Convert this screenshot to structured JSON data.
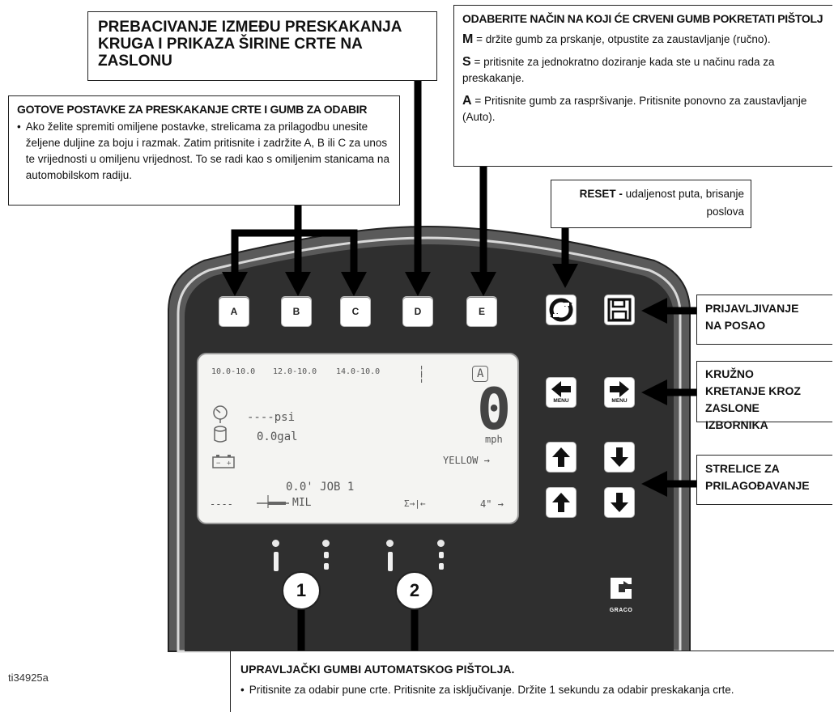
{
  "callouts": {
    "switch_title": "PREBACIVANJE IZMEĐU PRESKAKANJA KRUGA I PRIKAZA ŠIRINE CRTE NA ZASLONU",
    "presets_title": "GOTOVE POSTAVKE ZA PRESKAKANJE CRTE I GUMB ZA ODABIR",
    "presets_body": "Ako želite spremiti omiljene postavke, strelicama za prilagodbu unesite željene duljine za boju i razmak. Zatim pritisnite i zadržite A, B ili C za unos te vrijednosti u omiljenu vrijednost. To se radi kao s omiljenim stanicama na automobilskom radiju.",
    "mode_title": "ODABERITE NAČIN NA KOJI ĆE CRVENI GUMB POKRETATI PIŠTOLJ",
    "mode_m_key": "M",
    "mode_m_text": "= držite gumb za prskanje, otpustite za zaustavljanje (ručno).",
    "mode_s_key": "S",
    "mode_s_text": "= pritisnite za jednokratno doziranje kada ste u načinu rada za preskakanje.",
    "mode_a_key": "A",
    "mode_a_text": "= Pritisnite gumb za raspršivanje. Pritisnite ponovno za zaustavljanje (Auto).",
    "reset_title": "RESET -",
    "reset_text": "udaljenost puta, brisanje poslova",
    "job_login": "PRIJAVLJIVANJE NA POSAO",
    "menu_cycle": "KRUŽNO KRETANJE KROZ ZASLONE IZBORNIKA",
    "adjust_arrows": "STRELICE ZA PRILAGOĐAVANJE",
    "auto_gun_title": "UPRAVLJAČKI GUMBI AUTOMATSKOG PIŠTOLJA.",
    "auto_gun_body": "Pritisnite za odabir pune crte. Pritisnite za isključivanje. Držite 1 sekundu za odabir preskakanja crte."
  },
  "keys": {
    "a": "A",
    "b": "B",
    "c": "C",
    "d": "D",
    "e": "E",
    "menu_left": "MENU",
    "menu_right": "MENU"
  },
  "lcd": {
    "preset_1": "10.0-10.0",
    "preset_2": "12.0-10.0",
    "preset_3": "14.0-10.0",
    "mode_badge": "A",
    "speed_value": "0",
    "speed_unit": "mph",
    "pressure": "----psi",
    "volume": "0.0gal",
    "color": "YELLOW →",
    "distance_job": "0.0' JOB 1",
    "width_dashes": "----",
    "mil": "MIL",
    "skip_sigma": "Σ→|←",
    "line_width": "4\" →"
  },
  "gun_buttons": {
    "one": "1",
    "two": "2"
  },
  "brand": "GRACO",
  "figure_id": "ti34925a",
  "colors": {
    "panel_dark": "#2f2f2f",
    "panel_outer": "#5a5a5a",
    "panel_edge": "#d9d9d9"
  }
}
